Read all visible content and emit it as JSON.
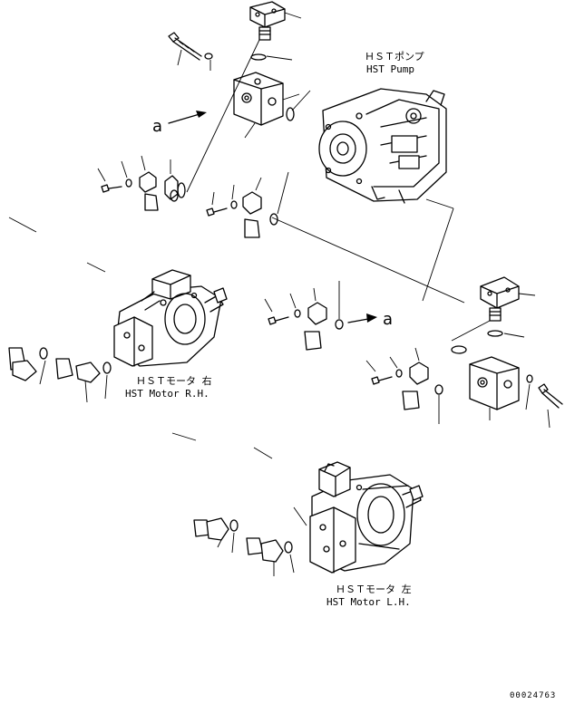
{
  "labels": {
    "pump_jp": "ＨＳＴポンプ",
    "pump_en": "HST Pump",
    "motor_rh_jp": "ＨＳＴモータ 右",
    "motor_rh_en": "HST Motor R.H.",
    "motor_lh_jp": "ＨＳＴモータ 左",
    "motor_lh_en": "HST Motor L.H.",
    "ref_a_upper": "a",
    "ref_a_lower": "a",
    "drawing_number": "00024763"
  }
}
